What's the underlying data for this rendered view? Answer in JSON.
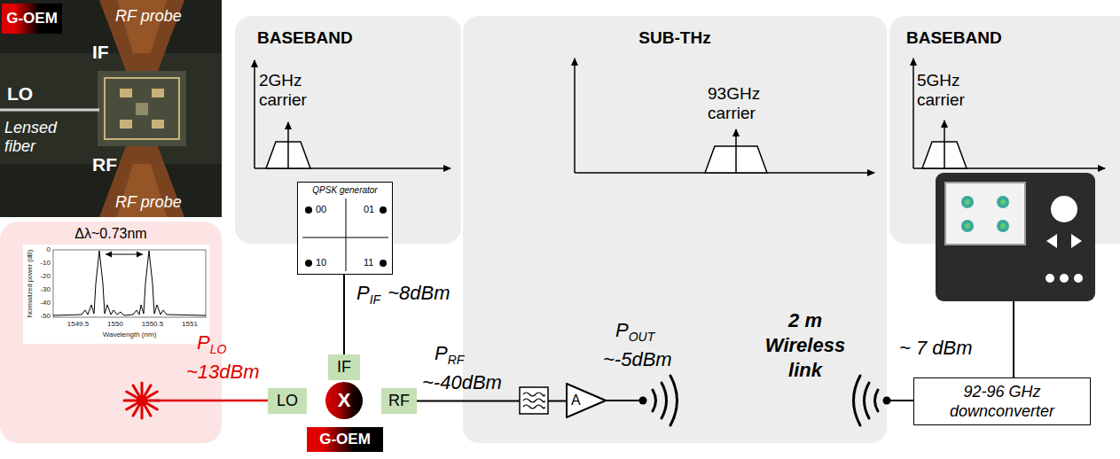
{
  "diagram": {
    "nodes": [
      {
        "text": [
          "RF probe",
          "IF",
          "LO",
          "Lensed fiber",
          "RF",
          "RF probe"
        ]
      },
      {
        "text": [
          "G-OEM"
        ],
        "in": 0
      },
      {
        "text": [
          "BASEBAND"
        ]
      },
      {
        "text": [
          "QPSK generator",
          "00",
          "01",
          "10",
          "11"
        ],
        "in": 2
      },
      {
        "text": [
          "SUB-THz"
        ]
      },
      {
        "text": [
          "BASEBAND"
        ]
      },
      {
        "text": [
          "IF"
        ]
      },
      {
        "text": [
          "LO"
        ]
      },
      {
        "text": [
          "X"
        ]
      },
      {
        "text": [
          "RF"
        ]
      },
      {
        "text": [
          "G-OEM"
        ]
      },
      {
        "text": [
          "A"
        ],
        "in": 4
      },
      {
        "text": [
          "92-96 GHz downconverter"
        ]
      }
    ],
    "edges": [
      {
        "from": 3,
        "to": 6,
        "arrow": "none"
      },
      {
        "from": 9,
        "to": 11,
        "arrow": "none"
      }
    ],
    "labels": [
      "2GHz carrier",
      "93GHz carrier",
      "5GHz carrier",
      "Δλ~0.73nm",
      "Normalized power (dB)",
      "0",
      "-10",
      "-20",
      "-30",
      "-40",
      "-50",
      "1549.5",
      "1550",
      "1550.5",
      "1551",
      "Wavelength (nm)",
      "P",
      "IF",
      "~8dBm",
      "P",
      "LO",
      "~13dBm",
      "P",
      "RF",
      "~-40dBm",
      "P",
      "OUT",
      "~-5dBm",
      "2 m Wireless link",
      "~ 7 dBm"
    ]
  }
}
